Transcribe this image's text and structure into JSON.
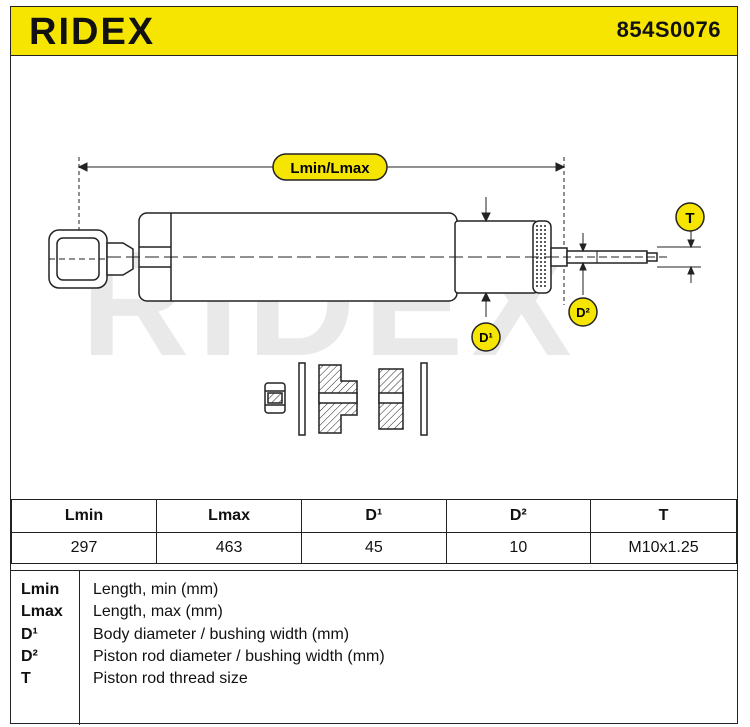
{
  "header": {
    "brand": "RIDEX",
    "part_number": "854S0076"
  },
  "drawing": {
    "watermark": "RIDEX",
    "length_tag": "Lmin/Lmax",
    "tags": {
      "t": "T",
      "d1": "D¹",
      "d2": "D²"
    }
  },
  "table": {
    "headers": [
      "Lmin",
      "Lmax",
      "D¹",
      "D²",
      "T"
    ],
    "values": [
      "297",
      "463",
      "45",
      "10",
      "M10x1.25"
    ]
  },
  "legend": [
    {
      "key": "Lmin",
      "desc": "Length, min (mm)"
    },
    {
      "key": "Lmax",
      "desc": "Length, max (mm)"
    },
    {
      "key": "D¹",
      "desc": "Body diameter / bushing width (mm)"
    },
    {
      "key": "D²",
      "desc": "Piston rod diameter / bushing width (mm)"
    },
    {
      "key": "T",
      "desc": "Piston rod thread size"
    }
  ],
  "colors": {
    "accent": "#f5e500",
    "line": "#222222",
    "watermark": "#e6e6e6"
  }
}
